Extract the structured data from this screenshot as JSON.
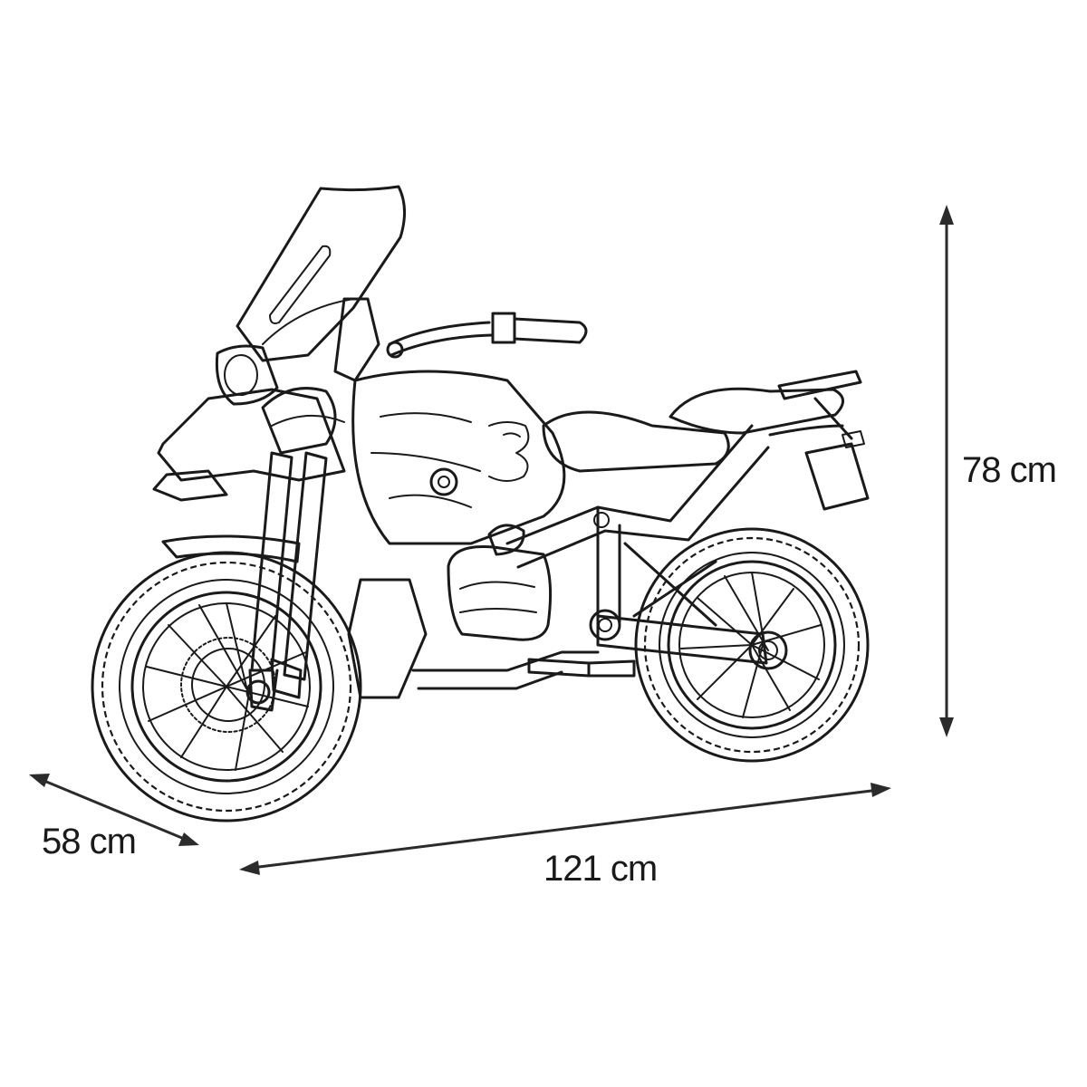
{
  "dimensions": {
    "height": "78 cm",
    "depth": "58 cm",
    "length": "121 cm"
  },
  "colors": {
    "line": "#1a1a1a",
    "background": "#ffffff"
  }
}
